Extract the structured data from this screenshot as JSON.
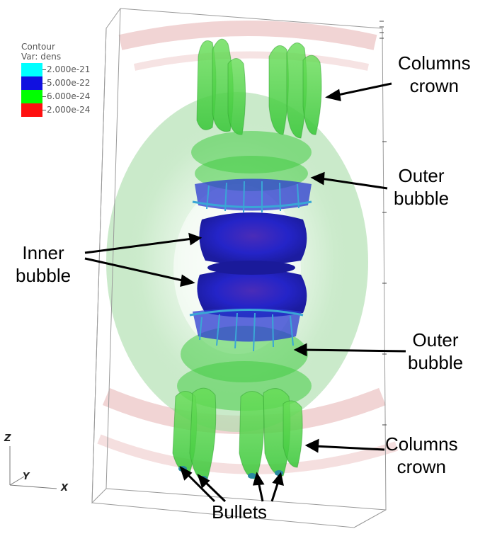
{
  "legend": {
    "title_line1": "Contour",
    "title_line2": "Var: dens",
    "entries": [
      {
        "value": "2.000e-21",
        "color": "#00ffff"
      },
      {
        "value": "5.000e-22",
        "color": "#1010e0"
      },
      {
        "value": "6.000e-24",
        "color": "#00ff00"
      },
      {
        "value": "2.000e-24",
        "color": "#ff1010"
      }
    ]
  },
  "labels": {
    "columns_crown_top": {
      "line1": "Columns",
      "line2": "crown"
    },
    "outer_bubble_top": {
      "line1": "Outer",
      "line2": "bubble"
    },
    "inner_bubble": {
      "line1": "Inner",
      "line2": "bubble"
    },
    "outer_bubble_bottom": {
      "line1": "Outer",
      "line2": "bubble"
    },
    "columns_crown_bottom": {
      "line1": "Columns",
      "line2": "crown"
    },
    "bullets": "Bullets"
  },
  "axes": {
    "z": "Z",
    "y": "Y",
    "x": "X"
  },
  "colors": {
    "outer_shell": "#a8e0a8",
    "crown_ring": "#e8b0b0",
    "columns": "#3cc83c",
    "inner_bubble": "#2626c8",
    "filaments": "#3aa6d6"
  }
}
